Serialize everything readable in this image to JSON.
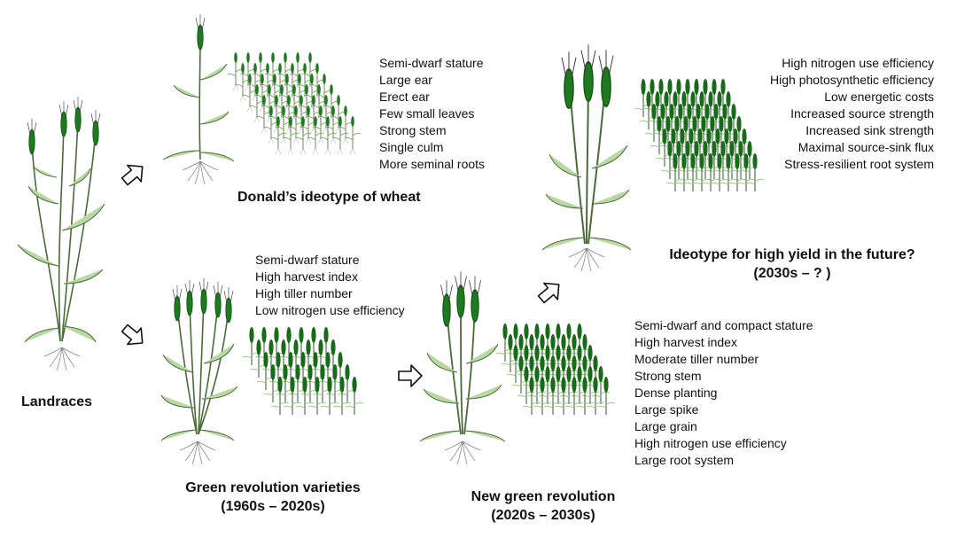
{
  "stages": {
    "landraces": {
      "title": "Landraces"
    },
    "donald": {
      "title": "Donald’s ideotype of wheat",
      "traits": [
        "Semi-dwarf stature",
        "Large ear",
        "Erect ear",
        "Few small leaves",
        "Strong stem",
        "Single culm",
        "More seminal roots"
      ]
    },
    "green_revolution": {
      "title": "Green revolution varieties",
      "period": "(1960s – 2020s)",
      "traits": [
        "Semi-dwarf stature",
        "High harvest index",
        "High tiller number",
        "Low nitrogen use efficiency"
      ]
    },
    "new_green_revolution": {
      "title": "New green revolution",
      "period": "(2020s – 2030s)",
      "traits": [
        "Semi-dwarf and compact stature",
        "High harvest index",
        "Moderate tiller number",
        "Strong stem",
        "Dense planting",
        "Large spike",
        "Large grain",
        "High nitrogen use efficiency",
        "Large root system"
      ]
    },
    "future": {
      "title": "Ideotype for high yield in the future?",
      "period": "(2030s – ? )",
      "traits": [
        "High nitrogen use efficiency",
        "High photosynthetic efficiency",
        "Low energetic costs",
        "Increased source strength",
        "Increased sink strength",
        "Maximal source-sink flux",
        "Stress-resilient root system"
      ]
    }
  },
  "colors": {
    "ear_green": "#1f7a1f",
    "ear_dark": "#0f4f12",
    "leaf_green": "#b9d9a2",
    "stem_outline": "#4a6b3a",
    "root_gray": "#8a8a8a",
    "arrow_outline": "#111111"
  },
  "icons": [
    "wheat-plant-icon",
    "wheat-field-icon",
    "hollow-arrow-icon"
  ]
}
